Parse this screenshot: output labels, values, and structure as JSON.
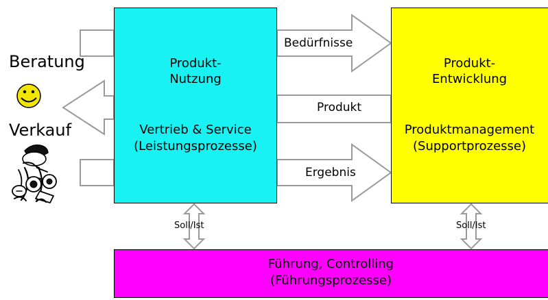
{
  "diagram": {
    "left_labels": {
      "top": "Beratung",
      "bottom": "Verkauf"
    },
    "nutzung": {
      "line1": "Produkt-",
      "line2": "Nutzung",
      "line3": "Vertrieb & Service",
      "line4": "(Leistungsprozesse)",
      "color": "#18f2f2"
    },
    "entwicklung": {
      "line1": "Produkt-",
      "line2": "Entwicklung",
      "line3": "Produktmanagement",
      "line4": "(Supportprozesse)",
      "color": "#ffff00"
    },
    "fuehrung": {
      "line1": "Führung, Controlling",
      "line2": "(Führungsprozesse)",
      "color": "#ff00ff"
    },
    "flows": {
      "beduerfnisse": "Bedürfnisse",
      "produkt": "Produkt",
      "ergebnis": "Ergebnis"
    },
    "sollist": {
      "left": "Soll/Ist",
      "right": "Soll/Ist"
    },
    "icons": {
      "smiley": "smiley-icon",
      "seller": "seller-cartoon-icon"
    }
  }
}
